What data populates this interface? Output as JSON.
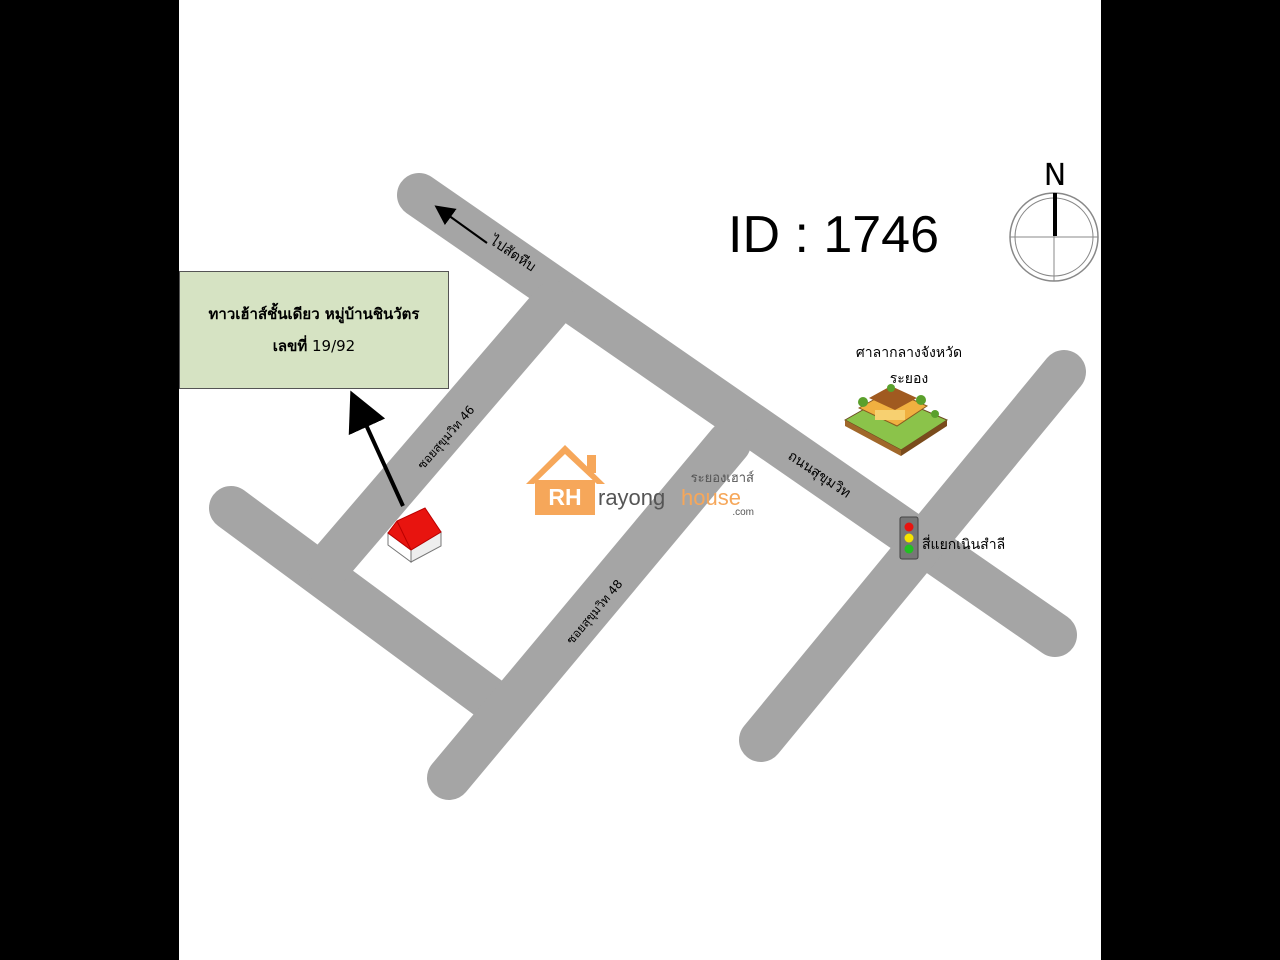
{
  "map": {
    "id_text": "ID : 1746",
    "compass_label": "N",
    "callout": {
      "line1": "ทาวเฮ้าส์ชั้นเดียว หมู่บ้านชินวัตร",
      "line2_label": "เลขที่",
      "line2_value": "19/92"
    },
    "roads": {
      "main_road": "ถนนสุขุมวิท",
      "soi_46": "ซอยสุขุมวิท 46",
      "soi_48": "ซอยสุขุมวิท 48",
      "direction": "ไปสัตหีบ"
    },
    "landmark": {
      "line1": "ศาลากลางจังหวัด",
      "line2": "ระยอง"
    },
    "intersection": "สี่แยกเนินสำลี",
    "logo": {
      "initials": "RH",
      "word1": "rayong",
      "word2": "house",
      "domain": ".com",
      "thai": "ระยองเฮาส์"
    },
    "colors": {
      "road": "#a5a5a5",
      "callout_bg": "#d6e3c3",
      "roof": "#e8140f",
      "logo_orange": "#f6a75a"
    }
  }
}
